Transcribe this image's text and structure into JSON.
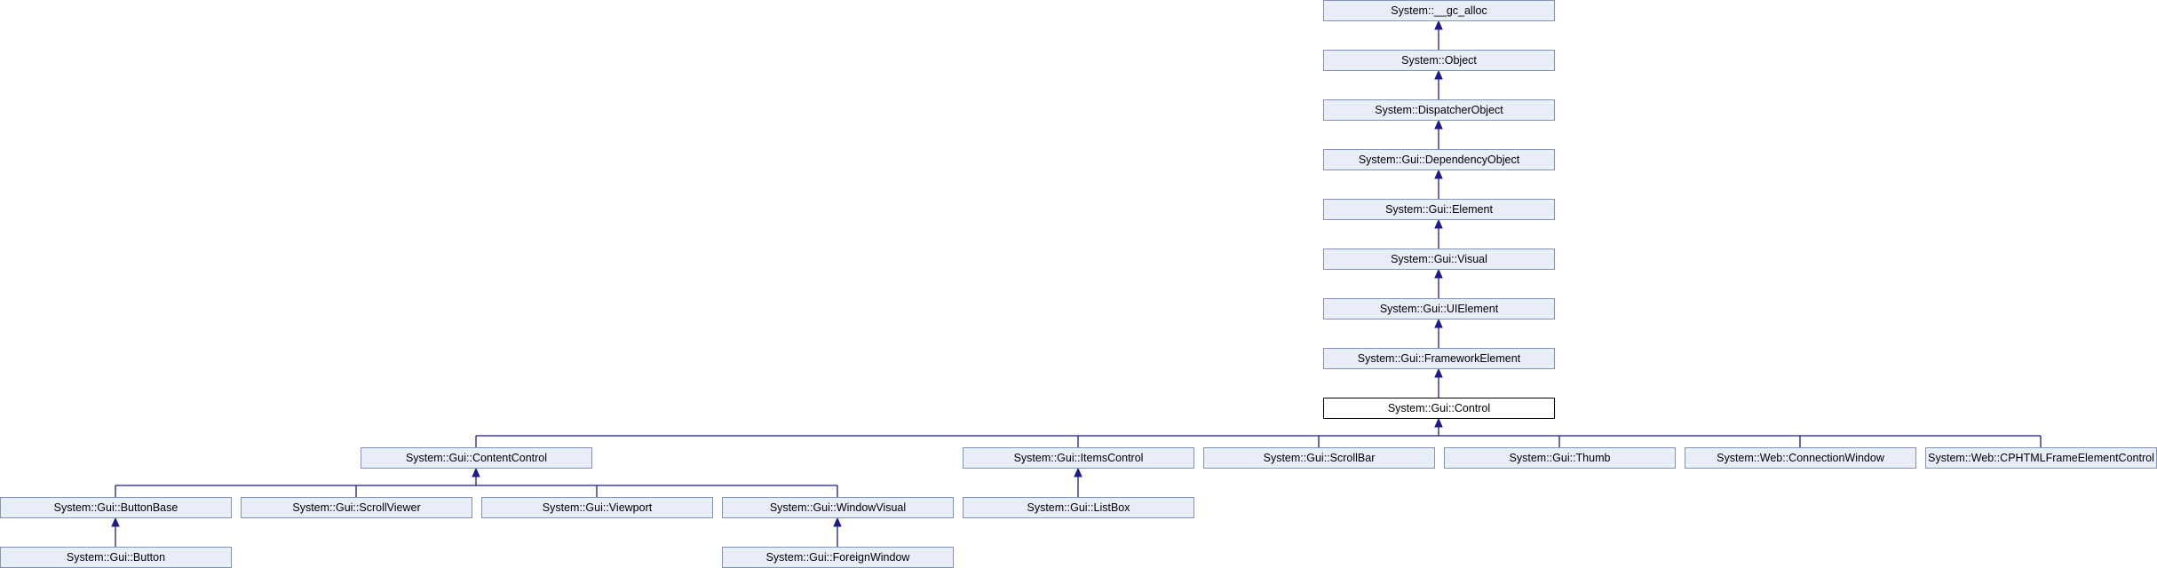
{
  "diagram": {
    "nodes": [
      {
        "id": "gc_alloc",
        "label": "System::__gc_alloc"
      },
      {
        "id": "object",
        "label": "System::Object"
      },
      {
        "id": "dispatcher",
        "label": "System::DispatcherObject"
      },
      {
        "id": "dependency",
        "label": "System::Gui::DependencyObject"
      },
      {
        "id": "element",
        "label": "System::Gui::Element"
      },
      {
        "id": "visual",
        "label": "System::Gui::Visual"
      },
      {
        "id": "uielement",
        "label": "System::Gui::UIElement"
      },
      {
        "id": "framework",
        "label": "System::Gui::FrameworkElement"
      },
      {
        "id": "control",
        "label": "System::Gui::Control",
        "current": true
      },
      {
        "id": "contentcontrol",
        "label": "System::Gui::ContentControl"
      },
      {
        "id": "itemscontrol",
        "label": "System::Gui::ItemsControl"
      },
      {
        "id": "scrollbar",
        "label": "System::Gui::ScrollBar"
      },
      {
        "id": "thumb",
        "label": "System::Gui::Thumb"
      },
      {
        "id": "connwindow",
        "label": "System::Web::ConnectionWindow"
      },
      {
        "id": "cphtml",
        "label": "System::Web::CPHTMLFrameElementControl"
      },
      {
        "id": "buttonbase",
        "label": "System::Gui::ButtonBase"
      },
      {
        "id": "scrollviewer",
        "label": "System::Gui::ScrollViewer"
      },
      {
        "id": "viewport",
        "label": "System::Gui::Viewport"
      },
      {
        "id": "windowvisual",
        "label": "System::Gui::WindowVisual"
      },
      {
        "id": "listbox",
        "label": "System::Gui::ListBox"
      },
      {
        "id": "button",
        "label": "System::Gui::Button"
      },
      {
        "id": "foreignwindow",
        "label": "System::Gui::ForeignWindow"
      }
    ],
    "edges": [
      {
        "from": "object",
        "to": "gc_alloc"
      },
      {
        "from": "dispatcher",
        "to": "object"
      },
      {
        "from": "dependency",
        "to": "dispatcher"
      },
      {
        "from": "element",
        "to": "dependency"
      },
      {
        "from": "visual",
        "to": "element"
      },
      {
        "from": "uielement",
        "to": "visual"
      },
      {
        "from": "framework",
        "to": "uielement"
      },
      {
        "from": "control",
        "to": "framework"
      },
      {
        "from": "contentcontrol",
        "to": "control"
      },
      {
        "from": "itemscontrol",
        "to": "control"
      },
      {
        "from": "scrollbar",
        "to": "control"
      },
      {
        "from": "thumb",
        "to": "control"
      },
      {
        "from": "connwindow",
        "to": "control"
      },
      {
        "from": "cphtml",
        "to": "control"
      },
      {
        "from": "buttonbase",
        "to": "contentcontrol"
      },
      {
        "from": "scrollviewer",
        "to": "contentcontrol"
      },
      {
        "from": "viewport",
        "to": "contentcontrol"
      },
      {
        "from": "windowvisual",
        "to": "contentcontrol"
      },
      {
        "from": "listbox",
        "to": "itemscontrol"
      },
      {
        "from": "button",
        "to": "buttonbase"
      },
      {
        "from": "foreignwindow",
        "to": "windowvisual"
      }
    ]
  }
}
